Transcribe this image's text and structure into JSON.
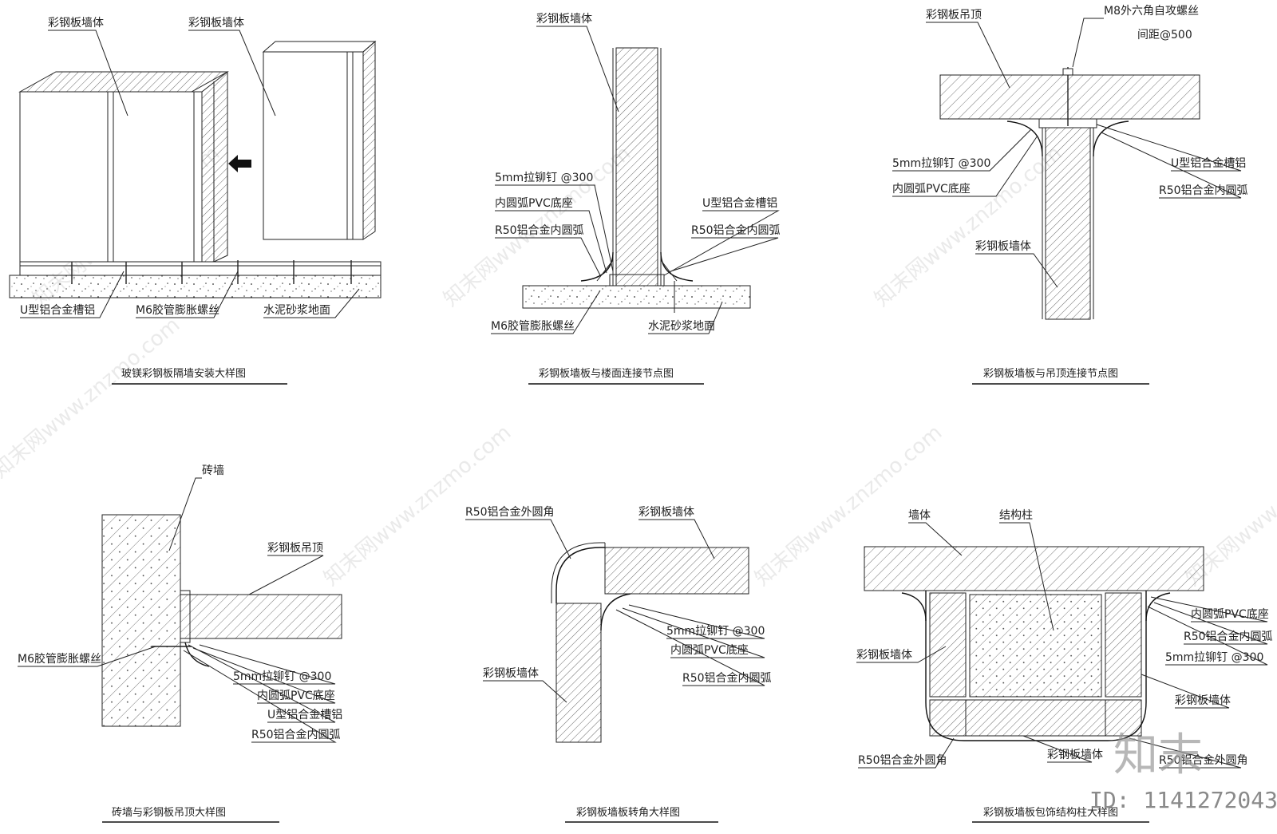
{
  "panels": [
    {
      "title": "玻镁彩钢板隔墙安装大样图",
      "labels": [
        "彩钢板墙体",
        "彩钢板墙体",
        "U型铝合金槽铝",
        "M6胶管膨胀螺丝",
        "水泥砂浆地面"
      ]
    },
    {
      "title": "彩钢板墙板与楼面连接节点图",
      "labels": [
        "彩钢板墙体",
        "5mm拉铆钉 @300",
        "内圆弧PVC底座",
        "R50铝合金内圆弧",
        "U型铝合金槽铝",
        "R50铝合金内圆弧",
        "M6胶管膨胀螺丝",
        "水泥砂浆地面"
      ]
    },
    {
      "title": "彩钢板墙板与吊顶连接节点图",
      "labels": [
        "彩钢板吊顶",
        "M8外六角自攻螺丝",
        "间距@500",
        "5mm拉铆钉 @300",
        "内圆弧PVC底座",
        "U型铝合金槽铝",
        "R50铝合金内圆弧",
        "彩钢板墙体"
      ]
    },
    {
      "title": "砖墙与彩钢板吊顶大样图",
      "labels": [
        "砖墙",
        "彩钢板吊顶",
        "M6胶管膨胀螺丝",
        "5mm拉铆钉 @300",
        "内圆弧PVC底座",
        "U型铝合金槽铝",
        "R50铝合金内圆弧"
      ]
    },
    {
      "title": "彩钢板墙板转角大样图",
      "labels": [
        "R50铝合金外圆角",
        "彩钢板墙体",
        "5mm拉铆钉 @300",
        "内圆弧PVC底座",
        "彩钢板墙体",
        "R50铝合金内圆弧"
      ]
    },
    {
      "title": "彩钢板墙板包饰结构柱大样图",
      "labels": [
        "墙体",
        "结构柱",
        "内圆弧PVC底座",
        "R50铝合金内圆弧",
        "彩钢板墙体",
        "5mm拉铆钉 @300",
        "彩钢板墙体",
        "R50铝合金外圆角",
        "彩钢板墙体",
        "R50铝合金外圆角"
      ]
    }
  ],
  "watermark": "知末网www.znzmo.com",
  "brand": "知末",
  "id_text": "ID: 1141272043"
}
